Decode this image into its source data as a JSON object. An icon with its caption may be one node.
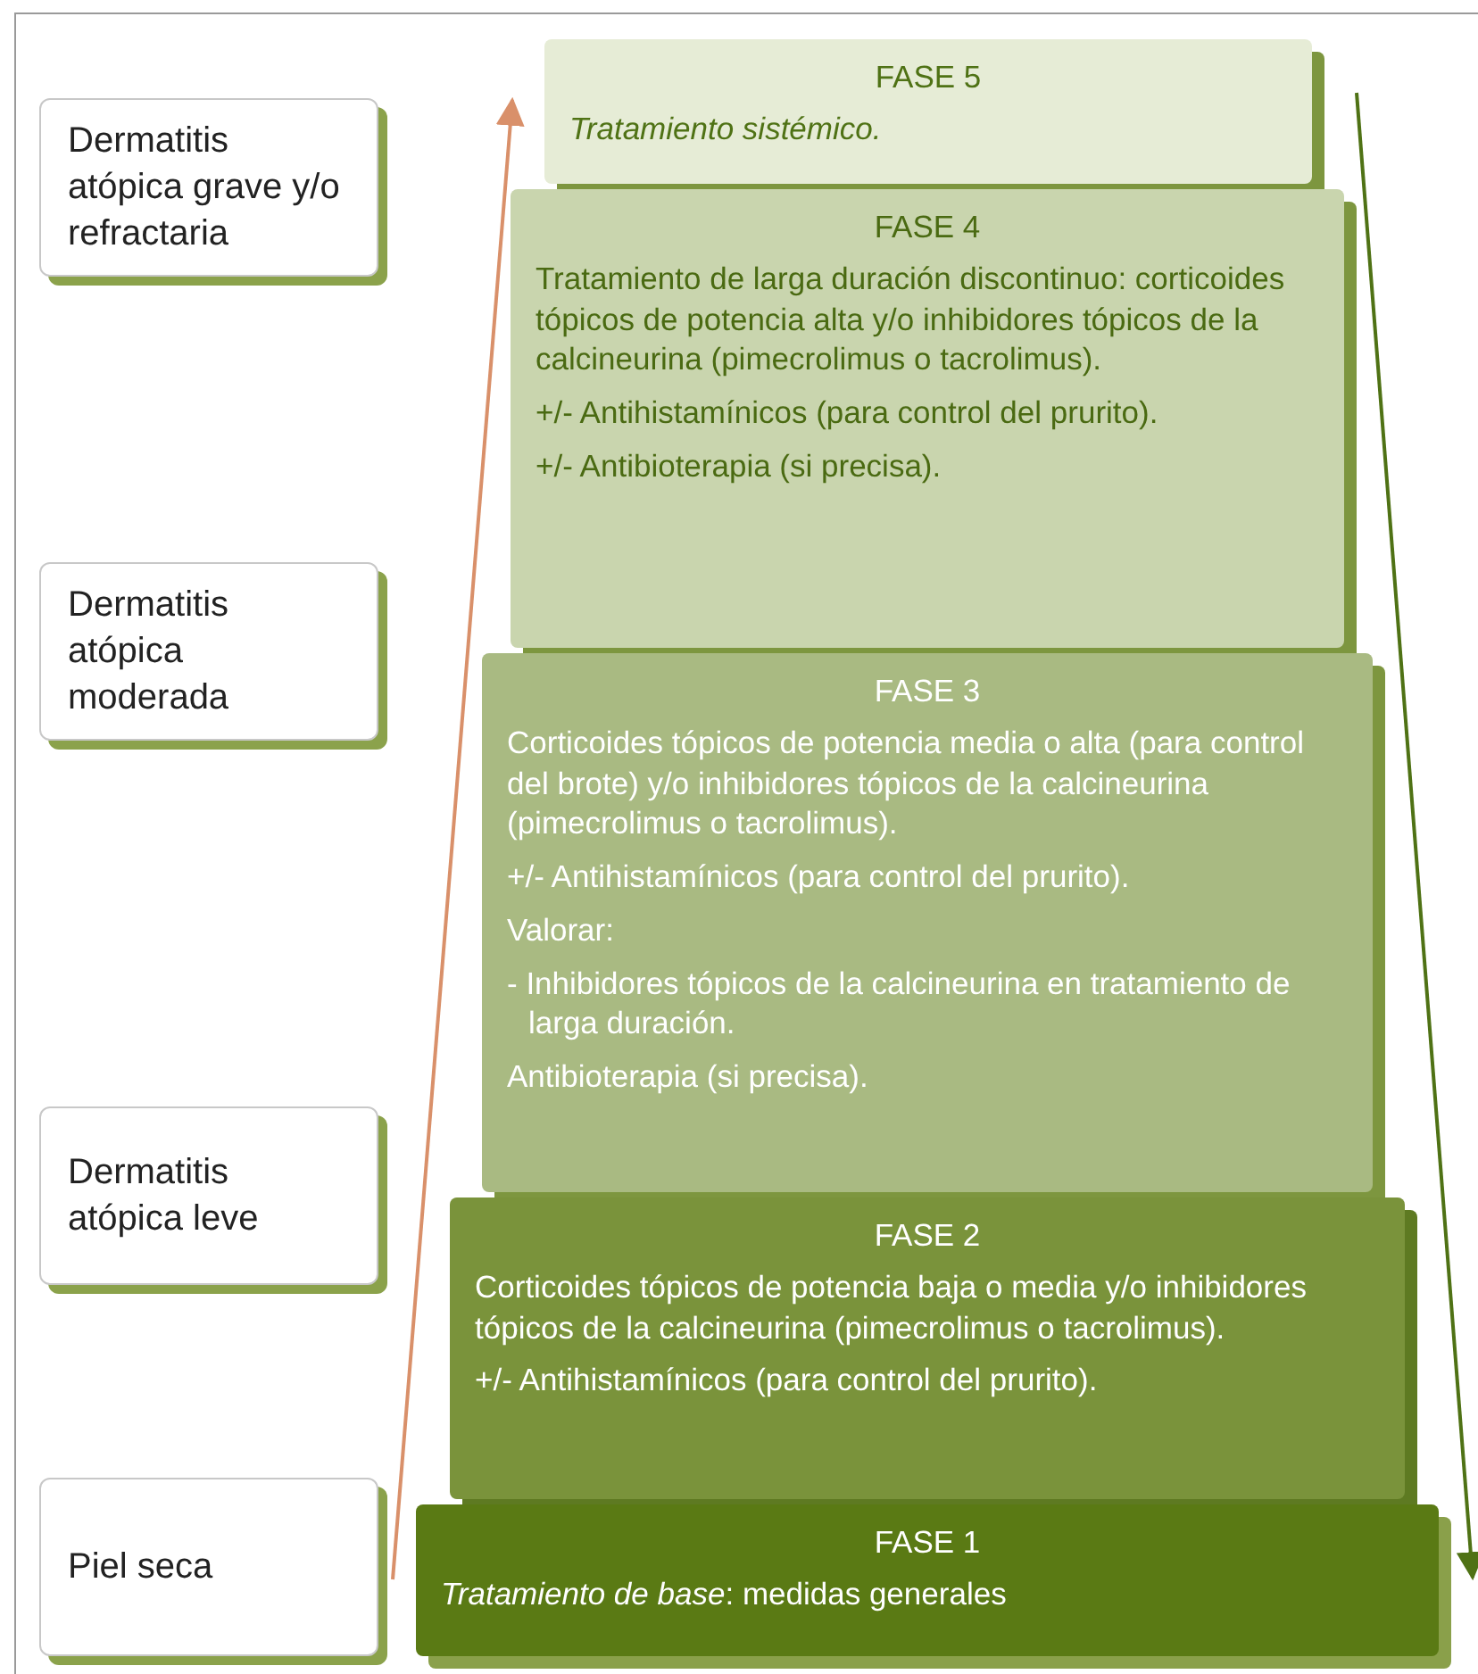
{
  "diagram": {
    "nodes": [
      {
        "text": [
          "FASE 5",
          "Tratamiento sistémico."
        ]
      },
      {
        "text": [
          "FASE 4",
          "Tratamiento de larga duración discontinuo: corticoides tópicos de potencia alta y/o inhibidores tópicos de la calcineurina (pimecrolimus o tacrolimus).",
          "+/- Antihistamínicos (para control del prurito).",
          "+/- Antibioterapia (si precisa)."
        ]
      },
      {
        "text": [
          "FASE 3",
          "Corticoides tópicos de potencia media o alta (para control del brote) y/o inhibidores tópicos de la calcineurina (pimecrolimus o tacrolimus).",
          "+/- Antihistamínicos (para control del prurito).",
          "Valorar:",
          "- Inhibidores tópicos de la calcineurina en tratamiento de larga duración.",
          "Antibioterapia (si precisa)."
        ]
      },
      {
        "text": [
          "FASE 2",
          "Corticoides tópicos de potencia baja o media y/o inhibidores tópicos de la calcineurina (pimecrolimus o tacrolimus).",
          "+/- Antihistamínicos (para control del prurito)."
        ]
      },
      {
        "text": [
          "FASE 1",
          "*Tratamiento de base*: medidas generales"
        ]
      },
      {
        "text": [
          "Dermatitis atópica grave y/o refractaria"
        ]
      },
      {
        "text": [
          "Dermatitis atópica moderada"
        ]
      },
      {
        "text": [
          "Dermatitis atópica leve"
        ]
      },
      {
        "text": [
          "Piel seca"
        ]
      }
    ],
    "edges": []
  }
}
